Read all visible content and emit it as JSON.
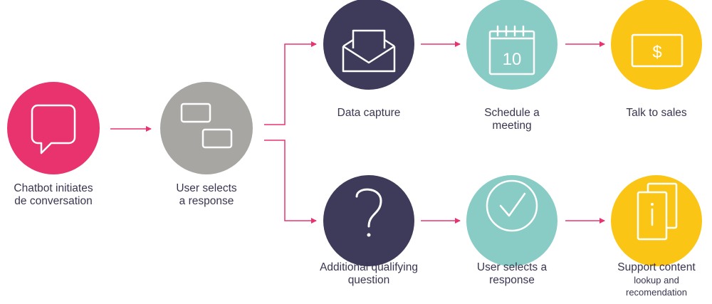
{
  "colors": {
    "pink": "#e8336f",
    "gray": "#a7a6a3",
    "navy": "#3d3a5a",
    "teal": "#88ccc5",
    "yellow": "#fbc515",
    "arrow": "#e8336f",
    "text": "#3a3550"
  },
  "nodes": {
    "chatbot": {
      "icon": "speech-bubble-icon",
      "label_lines": [
        "Chatbot initiates",
        "de conversation"
      ]
    },
    "select1": {
      "icon": "response-options-icon",
      "label_lines": [
        "User selects",
        "a response"
      ]
    },
    "capture": {
      "icon": "envelope-icon",
      "label_lines": [
        "Data capture"
      ]
    },
    "schedule": {
      "icon": "calendar-icon",
      "calendar_day": "10",
      "label_lines": [
        "Schedule a",
        "meeting"
      ]
    },
    "sales": {
      "icon": "dollar-bill-icon",
      "currency_symbol": "$",
      "label_lines": [
        "Talk to sales"
      ]
    },
    "qualify": {
      "icon": "question-mark-icon",
      "symbol": "?",
      "label_lines": [
        "Additional qualifying",
        "question"
      ]
    },
    "select2": {
      "icon": "checkmark-icon",
      "label_lines": [
        "User selects a",
        "response"
      ]
    },
    "support": {
      "icon": "info-documents-icon",
      "info_symbol": "i",
      "label_lines": [
        "Support content",
        "lookup and",
        "recomendation"
      ]
    }
  }
}
